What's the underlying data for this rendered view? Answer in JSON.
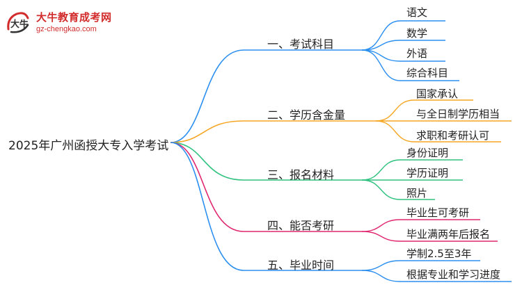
{
  "logo": {
    "name": "大牛教育成考网",
    "url": "gz-chengkao.com",
    "mark_text": "大牛"
  },
  "root": "2025年广州函授大专入学考试",
  "colors": {
    "blue": "#2b8ff0",
    "orange": "#f5a623",
    "green": "#2ec27e",
    "red": "#e0266e",
    "brand_red": "#d22b2b"
  },
  "branches": [
    {
      "label": "一、考试科目",
      "color": "blue",
      "children": [
        "语文",
        "数学",
        "外语",
        "综合科目"
      ]
    },
    {
      "label": "二、学历含金量",
      "color": "orange",
      "children": [
        "国家承认",
        "与全日制学历相当",
        "求职和考研认可"
      ]
    },
    {
      "label": "三、报名材料",
      "color": "green",
      "children": [
        "身份证明",
        "学历证明",
        "照片"
      ]
    },
    {
      "label": "四、能否考研",
      "color": "red",
      "children": [
        "毕业生可考研",
        "毕业满两年后报名"
      ]
    },
    {
      "label": "五、毕业时间",
      "color": "blue",
      "children": [
        "学制2.5至3年",
        "根据专业和学习进度"
      ]
    }
  ]
}
